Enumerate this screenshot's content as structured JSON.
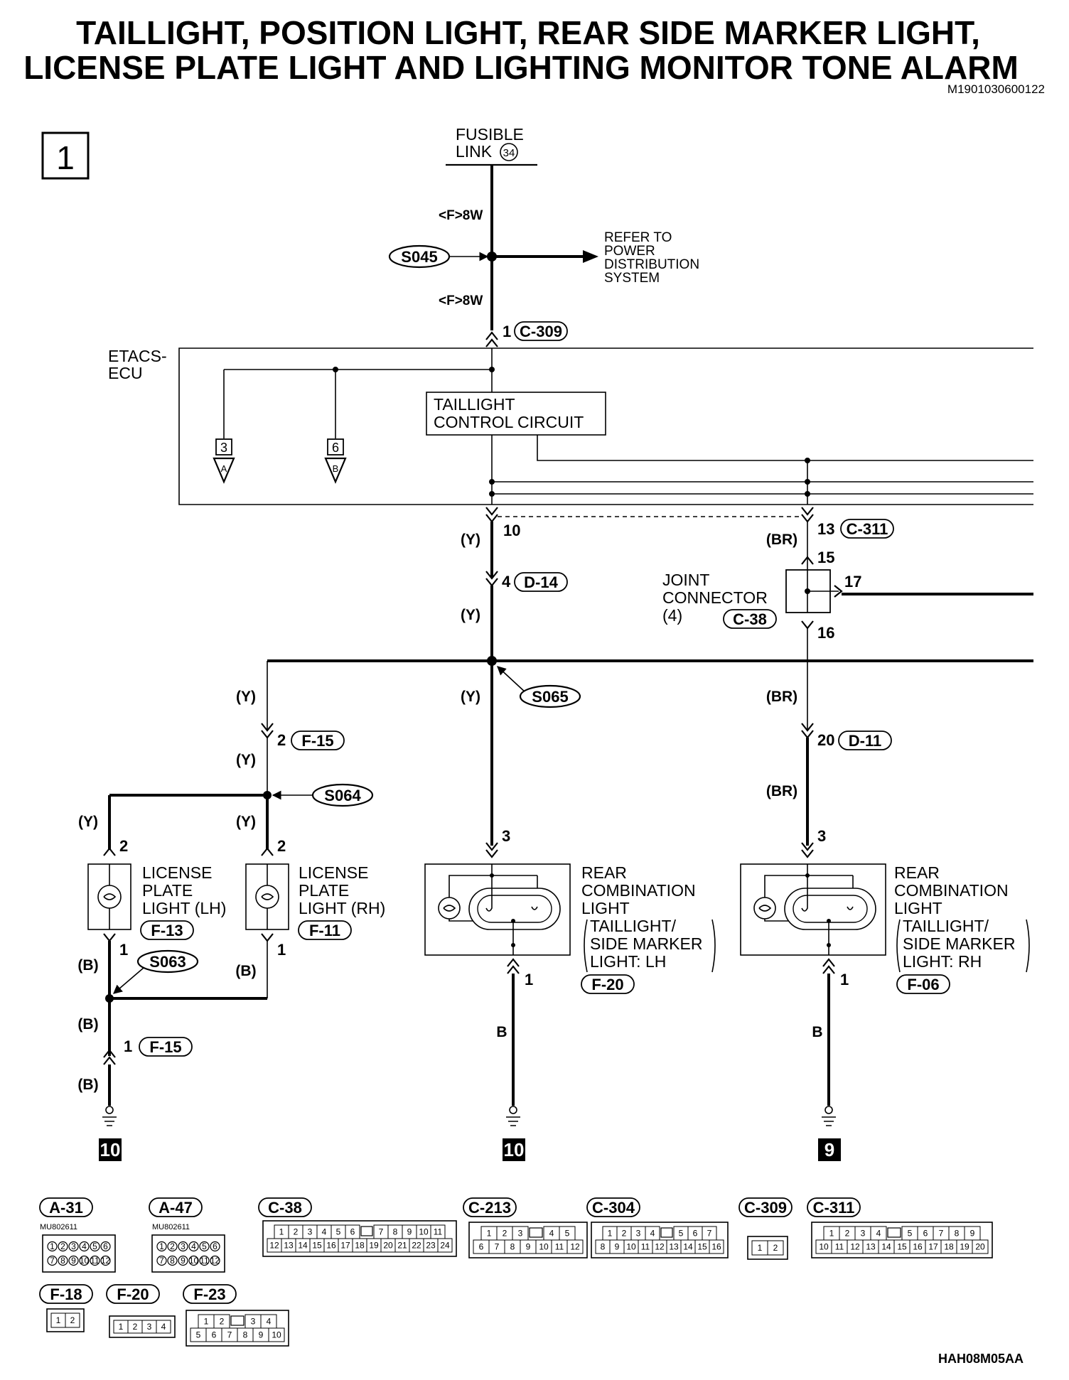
{
  "title": {
    "line1": "TAILLIGHT, POSITION LIGHT, REAR SIDE MARKER LIGHT,",
    "line2": "LICENSE PLATE LIGHT AND LIGHTING MONITOR TONE ALARM",
    "doc_id": "M1901030600122"
  },
  "page_number": "1",
  "fusible_link": {
    "line1": "FUSIBLE",
    "line2": "LINK",
    "number": "34"
  },
  "wire_8w_top": "<F>8W",
  "wire_8w_bottom": "<F>8W",
  "splices": {
    "s045": "S045",
    "s065": "S065",
    "s064": "S064",
    "s063": "S063"
  },
  "refer_note": [
    "REFER TO",
    "POWER",
    "DISTRIBUTION",
    "SYSTEM"
  ],
  "etacs": {
    "line1": "ETACS-",
    "line2": "ECU"
  },
  "taillight_circuit": {
    "line1": "TAILLIGHT",
    "line2": "CONTROL CIRCUIT"
  },
  "offpage": [
    {
      "number": "3",
      "letter": "A"
    },
    {
      "number": "6",
      "letter": "B"
    }
  ],
  "pins": {
    "c309_pin": "1",
    "etacs_out_y": "10",
    "etacs_out_br": "13",
    "d14_pin": "4",
    "jc_in": "15",
    "jc_side": "17",
    "jc_out": "16",
    "d11_pin": "20",
    "f15_pin": "2",
    "lic_lh_top": "2",
    "lic_rh_top": "2",
    "lic_lh_bot": "1",
    "lic_rh_bot": "1",
    "rcl_lh_top": "3",
    "rcl_rh_top": "3",
    "rcl_lh_bot": "1",
    "rcl_rh_bot": "1",
    "f15_gnd_pin": "1"
  },
  "connectors": {
    "c309": "C-309",
    "c311": "C-311",
    "d14": "D-14",
    "c38": "C-38",
    "f15": "F-15",
    "d11": "D-11",
    "f13": "F-13",
    "f11": "F-11",
    "f20": "F-20",
    "f06": "F-06",
    "f15_gnd": "F-15"
  },
  "wire_colors": {
    "y1": "(Y)",
    "y2": "(Y)",
    "br1": "(BR)",
    "y_left": "(Y)",
    "y_mid": "(Y)",
    "br2": "(BR)",
    "y_f15": "(Y)",
    "br3": "(BR)",
    "y_lic_lh": "(Y)",
    "y_lic_rh": "(Y)",
    "b_lic_lh": "(B)",
    "b_lic_rh": "(B)",
    "b_gnd1": "(B)",
    "b_gnd2": "(B)",
    "b_lh": "B",
    "b_rh": "B"
  },
  "joint_connector": {
    "line1": "JOINT",
    "line2": "CONNECTOR",
    "line3": "(4)"
  },
  "license_lh": {
    "line1": "LICENSE",
    "line2": "PLATE",
    "line3": "LIGHT (LH)"
  },
  "license_rh": {
    "line1": "LICENSE",
    "line2": "PLATE",
    "line3": "LIGHT (RH)"
  },
  "rear_lh": {
    "line1": "REAR",
    "line2": "COMBINATION",
    "line3": "LIGHT",
    "line4": "TAILLIGHT/",
    "line5": "SIDE MARKER",
    "line6": "LIGHT: LH"
  },
  "rear_rh": {
    "line1": "REAR",
    "line2": "COMBINATION",
    "line3": "LIGHT",
    "line4": "TAILLIGHT/",
    "line5": "SIDE MARKER",
    "line6": "LIGHT: RH"
  },
  "grounds": {
    "g1": "10",
    "g2": "10",
    "g3": "9"
  },
  "connector_views": {
    "a31": {
      "label": "A-31",
      "part": "MU802611",
      "row1": [
        "1",
        "2",
        "3",
        "4",
        "5",
        "6"
      ],
      "row2": [
        "7",
        "8",
        "9",
        "10",
        "11",
        "12"
      ]
    },
    "a47": {
      "label": "A-47",
      "part": "MU802611",
      "row1": [
        "1",
        "2",
        "3",
        "4",
        "5",
        "6"
      ],
      "row2": [
        "7",
        "8",
        "9",
        "10",
        "11",
        "12"
      ]
    },
    "c38": {
      "label": "C-38",
      "row1": [
        "1",
        "2",
        "3",
        "4",
        "5",
        "6",
        "",
        "7",
        "8",
        "9",
        "10",
        "11"
      ],
      "row2": [
        "12",
        "13",
        "14",
        "15",
        "16",
        "17",
        "18",
        "19",
        "20",
        "21",
        "22",
        "23",
        "24"
      ]
    },
    "c213": {
      "label": "C-213",
      "row1": [
        "1",
        "2",
        "3",
        "",
        "4",
        "5"
      ],
      "row2": [
        "6",
        "7",
        "8",
        "9",
        "10",
        "11",
        "12"
      ]
    },
    "c304": {
      "label": "C-304",
      "row1": [
        "1",
        "2",
        "3",
        "4",
        "",
        "5",
        "6",
        "7"
      ],
      "row2": [
        "8",
        "9",
        "10",
        "11",
        "12",
        "13",
        "14",
        "15",
        "16"
      ]
    },
    "c309": {
      "label": "C-309",
      "row1": [
        "1",
        "2"
      ]
    },
    "c311": {
      "label": "C-311",
      "row1": [
        "1",
        "2",
        "3",
        "4",
        "",
        "5",
        "6",
        "7",
        "8",
        "9"
      ],
      "row2": [
        "10",
        "11",
        "12",
        "13",
        "14",
        "15",
        "16",
        "17",
        "18",
        "19",
        "20"
      ]
    },
    "f18": {
      "label": "F-18",
      "row1": [
        "1",
        "2"
      ]
    },
    "f20": {
      "label": "F-20",
      "row1": [
        "1",
        "2",
        "3",
        "4"
      ]
    },
    "f23": {
      "label": "F-23",
      "row1": [
        "1",
        "2",
        "",
        "3",
        "4"
      ],
      "row2": [
        "5",
        "6",
        "7",
        "8",
        "9",
        "10"
      ]
    }
  },
  "figure_code": "HAH08M05AA"
}
